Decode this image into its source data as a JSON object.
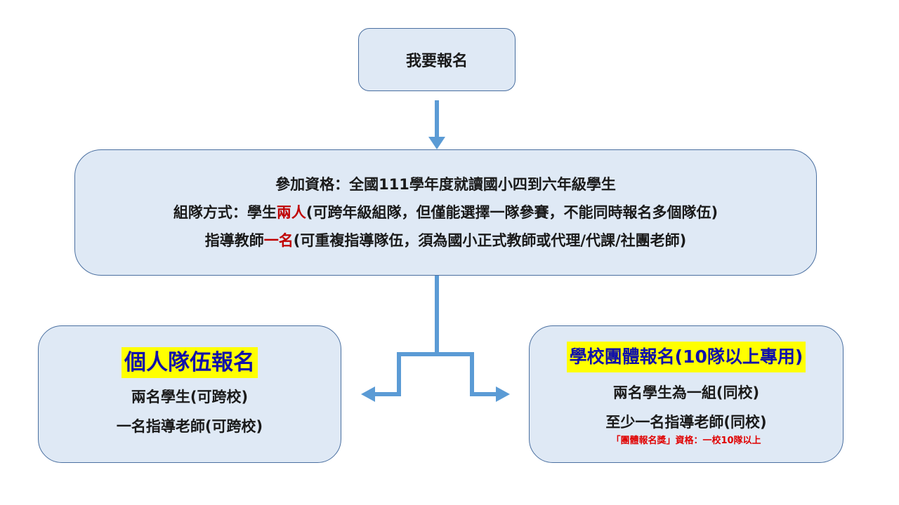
{
  "start": {
    "label": "我要報名"
  },
  "rules": {
    "line1": {
      "text": "參加資格：全國111學年度就讀國小四到六年級學生"
    },
    "line2": {
      "before": "組隊方式：學生",
      "highlight": "兩人",
      "after": "(可跨年級組隊，但僅能選擇一隊參賽，不能同時報名多個隊伍)"
    },
    "line3": {
      "before": "指導教師",
      "highlight": "一名",
      "after": "(可重複指導隊伍，須為國小正式教師或代理/代課/社團老師)"
    }
  },
  "individual": {
    "title": "個人隊伍報名",
    "line1": "兩名學生(可跨校)",
    "line2": "一名指導老師(可跨校)"
  },
  "school": {
    "title": "學校團體報名(10隊以上專用)",
    "line1": "兩名學生為一組(同校)",
    "line2": "至少一名指導老師(同校)",
    "note": "「團體報名獎」資格：一校10隊以上"
  },
  "colors": {
    "box_fill": "#dfe9f5",
    "box_border": "#4a6fa0",
    "arrow": "#5b9bd5",
    "highlight_bg": "#ffff00",
    "highlight_text": "#1111aa",
    "emphasis_red": "#c00000"
  }
}
